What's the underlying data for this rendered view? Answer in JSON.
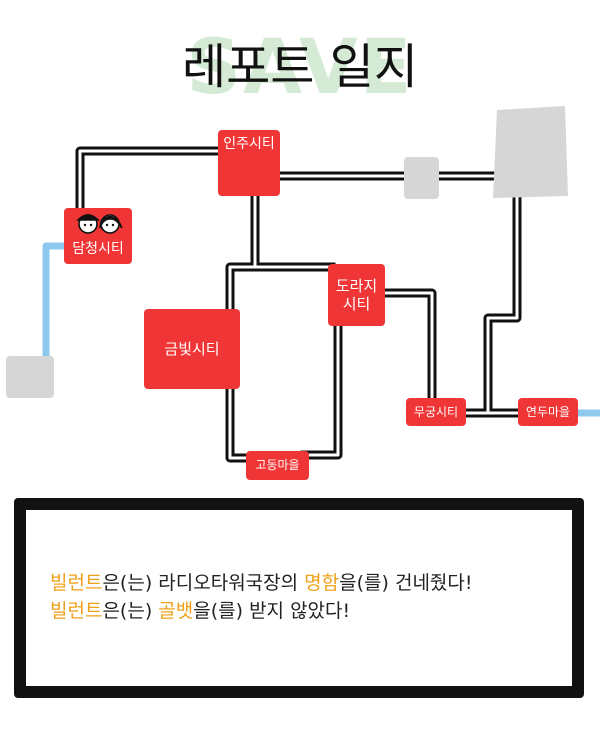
{
  "header": {
    "title": "레포트 일지",
    "watermark": "SAVE"
  },
  "map": {
    "cities": {
      "injusiti": "인주시티",
      "damcheongsiti": "담청시티",
      "geumbitsiti": "금빛시티",
      "dorajisiti": "도라지\n시티",
      "godongmaeul": "고동마을",
      "mugungsiti": "무궁시티",
      "yeondumaeul": "연두마을"
    },
    "colors": {
      "city": "#ef3535",
      "unknown": "#d6d6d6",
      "water": "#8ec9ee",
      "road": "#111111"
    }
  },
  "dialog": {
    "line1": {
      "name": "빌런트",
      "p1": "은(는) 라디오타워국장의 ",
      "item": "명함",
      "p2": "을(를) 건네줬다!"
    },
    "line2": {
      "name": "빌런트",
      "p1": "은(는) ",
      "item": "골뱃",
      "p2": "을(를) 받지 않았다!"
    },
    "highlight_color": "#f0a11a"
  }
}
